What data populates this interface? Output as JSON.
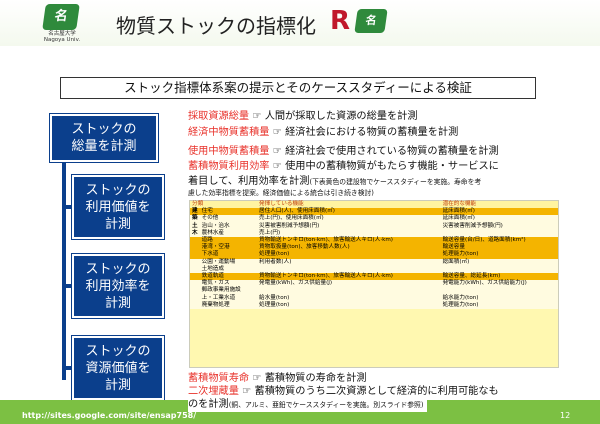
{
  "header": {
    "logo_mark": "名",
    "logo_text_jp": "名古屋大学",
    "logo_text_en": "Nagoya Univ.",
    "title": "物質ストックの指標化",
    "brand_r": "R",
    "logo_small": "名"
  },
  "subtitle": "ストック指標体系案の提示とそのケーススタディーによる検証",
  "left_boxes": [
    {
      "line1": "ストックの",
      "line2": "総量を計測"
    },
    {
      "line1": "ストックの",
      "line2": "利用価値を",
      "line3": "計測"
    },
    {
      "line1": "ストックの",
      "line2": "利用効率を",
      "line3": "計測"
    },
    {
      "line1": "ストックの",
      "line2": "資源価値を",
      "line3": "計測"
    }
  ],
  "lines": {
    "l1_red": "採取資源総量",
    "l1_rest": " ☞ 人間が採取した資源の総量を計測",
    "l2_red": "経済中物質蓄積量",
    "l2_rest": " ☞ 経済社会における物質の蓄積量を計測",
    "l3_red": "使用中物質蓄積量",
    "l3_rest": " ☞ 経済社会で使用されている物質の蓄積量を計測",
    "l4_red": "蓄積物質利用効率",
    "l4_rest": " ☞ 使用中の蓄積物質がもたらす機能・サービスに",
    "l5": "着目して、利用効率を計測",
    "l5_small": "(下表黄色の建設物でケーススタディーを実施。寿命を考",
    "l6_small": "慮した効率指標を提案。経済価値による統合は引き続き検討)",
    "l7_red": "蓄積物質寿命",
    "l7_rest": " ☞ 蓄積物質の寿命を計測",
    "l8_red": "二次埋蔵量",
    "l8_rest": " ☞ 蓄積物質のうち二次資源として経済的に利用可能なも",
    "l9": "のを計測",
    "l9_small": "(銅、アルミ、亜鉛でケーススタディーを実施。別スライド参照)"
  },
  "table": {
    "headers": [
      "分類",
      "発揮している機能",
      "潜在的な機能"
    ],
    "rows": [
      {
        "cat": "建",
        "name": "住宅",
        "active": "居住人口(人)、使用床面積(㎡)",
        "potential": "延床面積(㎡)",
        "style": "hl"
      },
      {
        "cat": "築",
        "name": "その他",
        "active": "売上(円)、使用床面積(㎡)",
        "potential": "延床面積(㎡)",
        "style": "wh"
      },
      {
        "cat": "土",
        "name": "治山・治水",
        "active": "災害被害削減予想額(円)",
        "potential": "災害被害削減予想額(円)",
        "style": "wh"
      },
      {
        "cat": "木",
        "name": "農林水産",
        "active": "売上(円)",
        "potential": "",
        "style": "wh"
      },
      {
        "cat": "",
        "name": "道路",
        "active": "貨物輸送トンキロ(ton·km)、旅客輸送人キロ(人·km)",
        "potential": "輸送容量(台/日)、道路面積(km²)",
        "style": "hl"
      },
      {
        "cat": "",
        "name": "港湾・空港",
        "active": "貨物取扱量(ton)、旅客移動人数(人)",
        "potential": "輸送容量",
        "style": "hl"
      },
      {
        "cat": "",
        "name": "下水道",
        "active": "処理量(ton)",
        "potential": "処理能力(ton)",
        "style": "hl"
      },
      {
        "cat": "",
        "name": "公園・運動場",
        "active": "利用者数(人)",
        "potential": "総面積(㎡)",
        "style": "wh"
      },
      {
        "cat": "",
        "name": "土地造成",
        "active": "",
        "potential": "",
        "style": "wh"
      },
      {
        "cat": "",
        "name": "鉄道軌道",
        "active": "貨物輸送トンキロ(ton·km)、旅客輸送人キロ(人·km)",
        "potential": "輸送容量、総延長(km)",
        "style": "hl"
      },
      {
        "cat": "",
        "name": "電気・ガス",
        "active": "発電量(kWh)、ガス供給量(J)",
        "potential": "発電能力(kWh)、ガス供給能力(J)",
        "style": "wh"
      },
      {
        "cat": "",
        "name": "郵政事業用施設",
        "active": "",
        "potential": "",
        "style": "wh"
      },
      {
        "cat": "",
        "name": "上・工業水道",
        "active": "給水量(ton)",
        "potential": "給水能力(ton)",
        "style": "wh"
      },
      {
        "cat": "",
        "name": "廃棄物処理",
        "active": "処理量(ton)",
        "potential": "処理能力(ton)",
        "style": "wh"
      }
    ]
  },
  "footer": {
    "url": "http://sites.google.com/site/ensap758/",
    "page": "12"
  },
  "colors": {
    "box_blue": "#0b3f8c",
    "accent_red": "#e8312a",
    "footer_green": "#7cc043",
    "highlight_orange": "#f4b400"
  }
}
